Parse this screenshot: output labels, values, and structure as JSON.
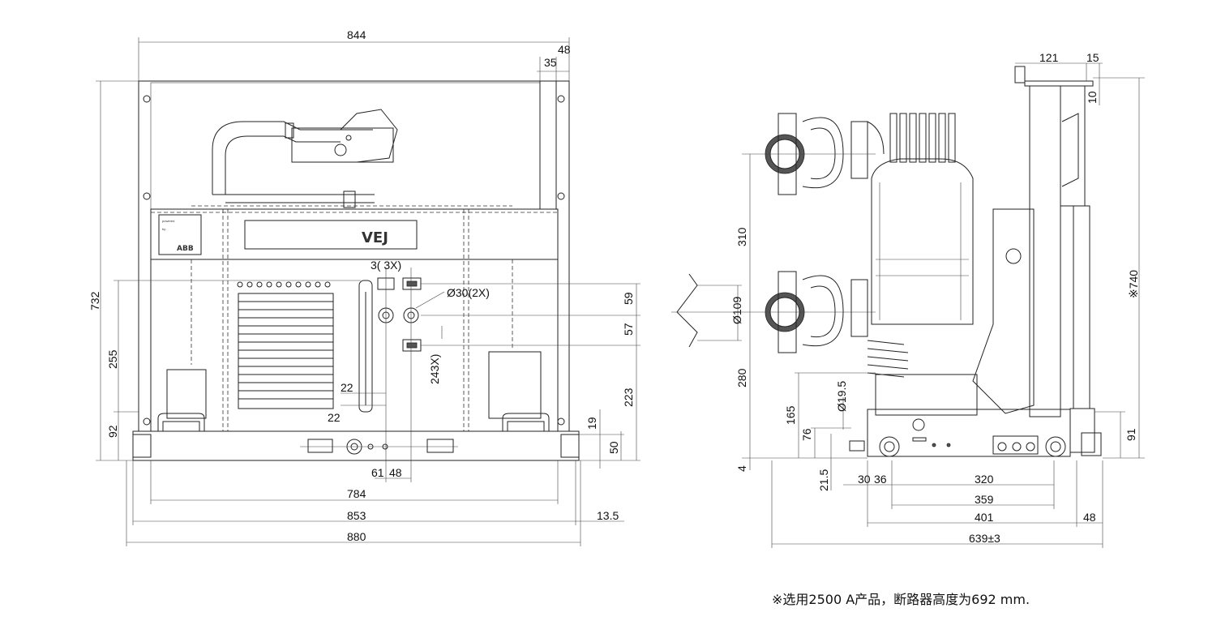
{
  "front_view": {
    "dimensions": {
      "overall_width_top": "844",
      "right_offset_top": "48",
      "bolt_offset_top": "35",
      "height": "732",
      "h_255": "255",
      "h_92": "92",
      "hole_3x": "3( 3X)",
      "hole_30": "Ø30(2X)",
      "v_59": "59",
      "v_57": "57",
      "v_223": "223",
      "v_19": "19",
      "v_50": "50",
      "slot_243x": "243X)",
      "d_22a": "22",
      "d_22b": "22",
      "d_61": "61",
      "d_48": "48",
      "w_784": "784",
      "w_853": "853",
      "w_13_5": "13.5",
      "w_880": "880"
    },
    "label_vej": "VEJ",
    "label_abb": "ABB",
    "label_powered": "powered",
    "label_by": "by"
  },
  "side_view": {
    "dimensions": {
      "top_121": "121",
      "top_15": "15",
      "top_10": "10",
      "height_740": "※740",
      "v_310": "310",
      "d_109": "Ø109",
      "v_280": "280",
      "v_165": "165",
      "d_19_5": "Ø19.5",
      "v_76": "76",
      "v_4": "4",
      "v_21_5": "21.5",
      "h_30": "30",
      "h_36": "36",
      "w_320": "320",
      "w_359": "359",
      "w_401": "401",
      "w_48": "48",
      "w_639": "639±3",
      "v_91": "91"
    }
  },
  "footnote": "※选用2500 A产品，断路器高度为692 mm."
}
